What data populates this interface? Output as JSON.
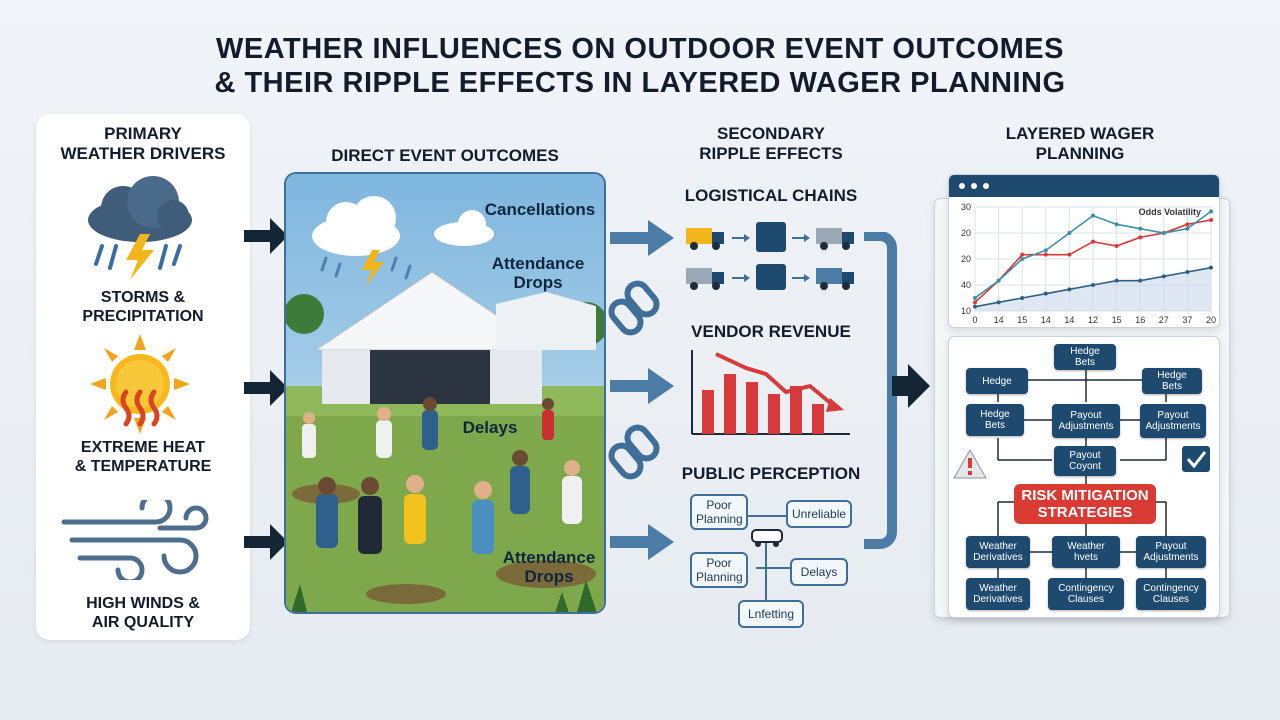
{
  "title": {
    "line1": "WEATHER INFLUENCES ON OUTDOOR EVENT OUTCOMES",
    "line2": "& THEIR RIPPLE EFFECTS IN LAYERED WAGER PLANNING"
  },
  "columns": {
    "drivers": {
      "line1": "PRIMARY",
      "line2": "WEATHER DRIVERS"
    },
    "outcomes": {
      "line1": "DIRECT EVENT OUTCOMES"
    },
    "ripple": {
      "line1": "SECONDARY",
      "line2": "RIPPLE EFFECTS"
    },
    "wager": {
      "line1": "LAYERED WAGER",
      "line2": "PLANNING"
    }
  },
  "drivers": [
    {
      "line1": "STORMS &",
      "line2": "PRECIPITATION",
      "icon": "storm-cloud-icon"
    },
    {
      "line1": "EXTREME HEAT",
      "line2": "& TEMPERATURE",
      "icon": "sun-heat-icon"
    },
    {
      "line1": "HIGH WINDS &",
      "line2": "AIR QUALITY",
      "icon": "wind-icon"
    }
  ],
  "outcomes": {
    "cancellations": "Cancellations",
    "attendance_top": {
      "line1": "Attendance",
      "line2": "Drops"
    },
    "delays": "Delays",
    "attendance_bottom": {
      "line1": "Attendance",
      "line2": "Drops"
    }
  },
  "ripple": {
    "logistical": "LOGISTICAL CHAINS",
    "vendor": "VENDOR REVENUE",
    "public": "PUBLIC PERCEPTION",
    "bubbles": [
      {
        "line1": "Poor",
        "line2": "Planning"
      },
      {
        "line1": "Unreliable",
        "line2": ""
      },
      {
        "line1": "Poor",
        "line2": "Planning"
      },
      {
        "line1": "Delays",
        "line2": ""
      },
      {
        "line1": "Lnfetting",
        "line2": ""
      }
    ]
  },
  "wager": {
    "flow": {
      "hedge_top": {
        "line1": "Hedge",
        "line2": "Bets"
      },
      "hedge_left": "Hedge",
      "hedge_right": {
        "line1": "Hedge",
        "line2": "Bets"
      },
      "hedge_bets": {
        "line1": "Hedge",
        "line2": "Bets"
      },
      "payout_adj_1": {
        "line1": "Payout",
        "line2": "Adjustments"
      },
      "payout_adj_2": {
        "line1": "Payout",
        "line2": "Adjustments"
      },
      "payout_coyont": {
        "line1": "Payout",
        "line2": "Coyont"
      },
      "risk": {
        "line1": "RISK MITIGATION",
        "line2": "STRATEGIES"
      },
      "weather_deriv_1": {
        "line1": "Weather",
        "line2": "Derivatives"
      },
      "weather_hvets": {
        "line1": "Weather",
        "line2": "hvets"
      },
      "payout_adj_3": {
        "line1": "Payout",
        "line2": "Adjustments"
      },
      "weather_deriv_2": {
        "line1": "Weather",
        "line2": "Derivatives"
      },
      "contingency_1": {
        "line1": "Contingency",
        "line2": "Clauses"
      },
      "contingency_2": {
        "line1": "Contingency",
        "line2": "Clauses"
      }
    }
  },
  "colors": {
    "navy": "#1f4a70",
    "arrow_dark": "#142536",
    "arrow_blue": "#4a7ca6",
    "red": "#d93a34",
    "line_red": "#d63a3a",
    "line_teal": "#3d8fa8",
    "line_blue": "#2c5f8a"
  },
  "chart_data": {
    "type": "line",
    "title": "Odds Volatility",
    "x_ticks": [
      "0",
      "14",
      "15",
      "14",
      "14",
      "12",
      "15",
      "16",
      "27",
      "37",
      "20"
    ],
    "y_ticks": [
      "30",
      "20",
      "20",
      "40",
      "10"
    ],
    "series": [
      {
        "values": [
          10,
          15,
          21,
          21,
          21,
          24,
          23,
          25,
          26,
          28,
          29
        ]
      },
      {
        "values": [
          11,
          15,
          20,
          22,
          26,
          30,
          28,
          27,
          26,
          27,
          31
        ]
      },
      {
        "values": [
          9,
          10,
          11,
          12,
          13,
          14,
          15,
          15,
          16,
          17,
          18
        ]
      }
    ],
    "ylim": [
      8,
      32
    ],
    "grid": true
  }
}
